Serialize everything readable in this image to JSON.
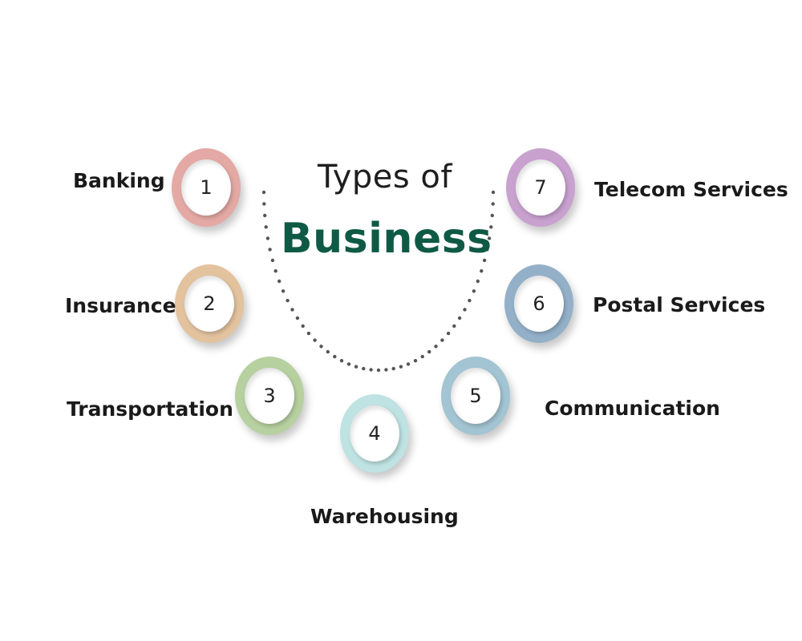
{
  "title": {
    "line1": "Types of",
    "line2": "Business"
  },
  "colors": {
    "title_accent": "#0f5a45",
    "text": "#1a1a1a",
    "dots": "#555555"
  },
  "items": [
    {
      "number": "1",
      "label": "Banking",
      "color": "#e4a9a4"
    },
    {
      "number": "2",
      "label": "Insurance",
      "color": "#e3c29e"
    },
    {
      "number": "3",
      "label": "Transportation",
      "color": "#b7d0a0"
    },
    {
      "number": "4",
      "label": "Warehousing",
      "color": "#bfe2e2"
    },
    {
      "number": "5",
      "label": "Communication",
      "color": "#a3c4d2"
    },
    {
      "number": "6",
      "label": "Postal Services",
      "color": "#94b0c9"
    },
    {
      "number": "7",
      "label": "Telecom Services",
      "color": "#c8a1cf"
    }
  ]
}
